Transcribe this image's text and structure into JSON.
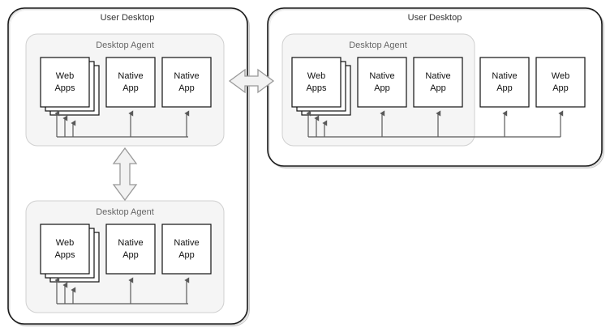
{
  "diagram": {
    "title_style": "architecture-block-diagram",
    "colors": {
      "panel_border": "#1a1a1a",
      "panel_fill": "#ffffff",
      "agent_border": "#cccccc",
      "agent_fill": "#f5f5f5",
      "app_border": "#111111",
      "app_fill": "#ffffff",
      "connector": "#666666",
      "arrow_fill": "#f2f2f2",
      "arrow_stroke": "#999999",
      "title_text": "#333333",
      "agent_text": "#666666",
      "app_text": "#111111"
    },
    "panels": [
      {
        "id": "left-user-desktop",
        "label": "User Desktop",
        "agents": [
          {
            "id": "left-agent-top",
            "label": "Desktop Agent",
            "apps": [
              {
                "id": "web-apps-stack-1",
                "label": "Web Apps",
                "stacked": true,
                "stack_count": 3
              },
              {
                "id": "native-app-1",
                "label": "Native App",
                "stacked": false
              },
              {
                "id": "native-app-2",
                "label": "Native App",
                "stacked": false
              }
            ]
          },
          {
            "id": "left-agent-bottom",
            "label": "Desktop Agent",
            "apps": [
              {
                "id": "web-apps-stack-2",
                "label": "Web Apps",
                "stacked": true,
                "stack_count": 3
              },
              {
                "id": "native-app-3",
                "label": "Native App",
                "stacked": false
              },
              {
                "id": "native-app-4",
                "label": "Native App",
                "stacked": false
              }
            ]
          }
        ],
        "standalone_apps": []
      },
      {
        "id": "right-user-desktop",
        "label": "User Desktop",
        "agents": [
          {
            "id": "right-agent",
            "label": "Desktop Agent",
            "apps": [
              {
                "id": "web-apps-stack-3",
                "label": "Web Apps",
                "stacked": true,
                "stack_count": 3
              },
              {
                "id": "native-app-5",
                "label": "Native App",
                "stacked": false
              },
              {
                "id": "native-app-6",
                "label": "Native App",
                "stacked": false
              }
            ]
          }
        ],
        "standalone_apps": [
          {
            "id": "native-app-7",
            "label": "Native App",
            "stacked": false
          },
          {
            "id": "web-app-1",
            "label": "Web App",
            "stacked": false
          }
        ]
      }
    ],
    "connectors": [
      {
        "id": "panel-link",
        "kind": "double-arrow",
        "orientation": "horizontal",
        "from": "left-user-desktop",
        "to": "right-user-desktop",
        "label": ""
      },
      {
        "id": "agent-link",
        "kind": "double-arrow",
        "orientation": "vertical",
        "from": "left-agent-top",
        "to": "left-agent-bottom",
        "label": ""
      }
    ]
  }
}
